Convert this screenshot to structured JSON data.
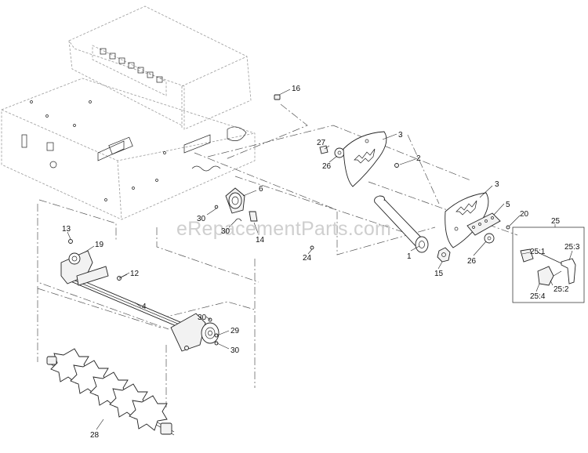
{
  "watermark": "eRepacementParts.com",
  "colors": {
    "line": "#222222",
    "ghost": "#9a9a9a",
    "label": "#111111",
    "watermark": "#cfcfcf"
  },
  "callouts": {
    "c1": "1",
    "c2": "2",
    "c3a": "3",
    "c3b": "3",
    "c4": "4",
    "c5": "5",
    "c6": "6",
    "c12": "12",
    "c13": "13",
    "c14": "14",
    "c15": "15",
    "c16": "16",
    "c19": "19",
    "c20": "20",
    "c24": "24",
    "c25": "25",
    "c25_1": "25:1",
    "c25_2": "25:2",
    "c25_3": "25:3",
    "c25_4": "25:4",
    "c26a": "26",
    "c26b": "26",
    "c27": "27",
    "c28": "28",
    "c29": "29",
    "c30a": "30",
    "c30b": "30",
    "c30c": "30",
    "c30d": "30"
  }
}
